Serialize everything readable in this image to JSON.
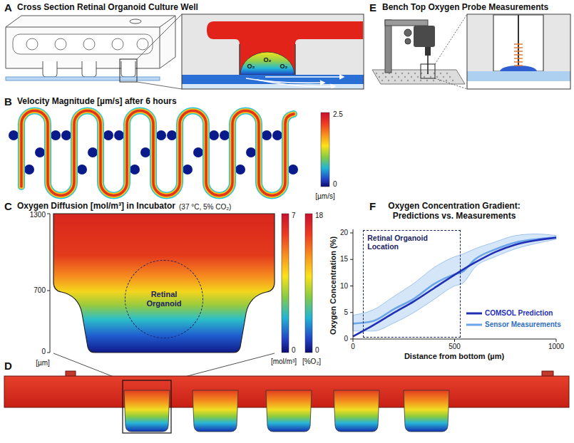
{
  "diagram": {
    "nodes": [
      {
        "text": [
          "Retinal Organoid"
        ]
      },
      {
        "text": [
          "Retinal Organoid Location"
        ]
      }
    ],
    "labels": [
      "A",
      "Cross Section Retinal Organoid Culture Well",
      "O₂",
      "O₂",
      "O₂",
      "E",
      "Bench Top Oxygen Probe Measurements",
      "B",
      "Velocity Magnitude [µm/s] after 6 hours",
      "2.5",
      "0",
      "[µm/s]",
      "C",
      "Oxygen Diffusion [mol/m³] in Incubator",
      "(37 °C, 5% CO₂)",
      "1300",
      "700",
      "0",
      "[µm]",
      "7",
      "0",
      "[mol/m³]",
      "18",
      "0",
      "[%O₂]",
      "F",
      "Oxygen Concentration Gradient: Predictions vs. Measurements",
      "Oxygen Concentration (%)",
      "0",
      "5",
      "10",
      "15",
      "20",
      "0",
      "500",
      "1000",
      "Distance from bottom (µm)",
      "D"
    ],
    "legend": [
      {
        "text": "COMSOL Prediction"
      },
      {
        "text": "Sensor Measurements"
      }
    ]
  }
}
